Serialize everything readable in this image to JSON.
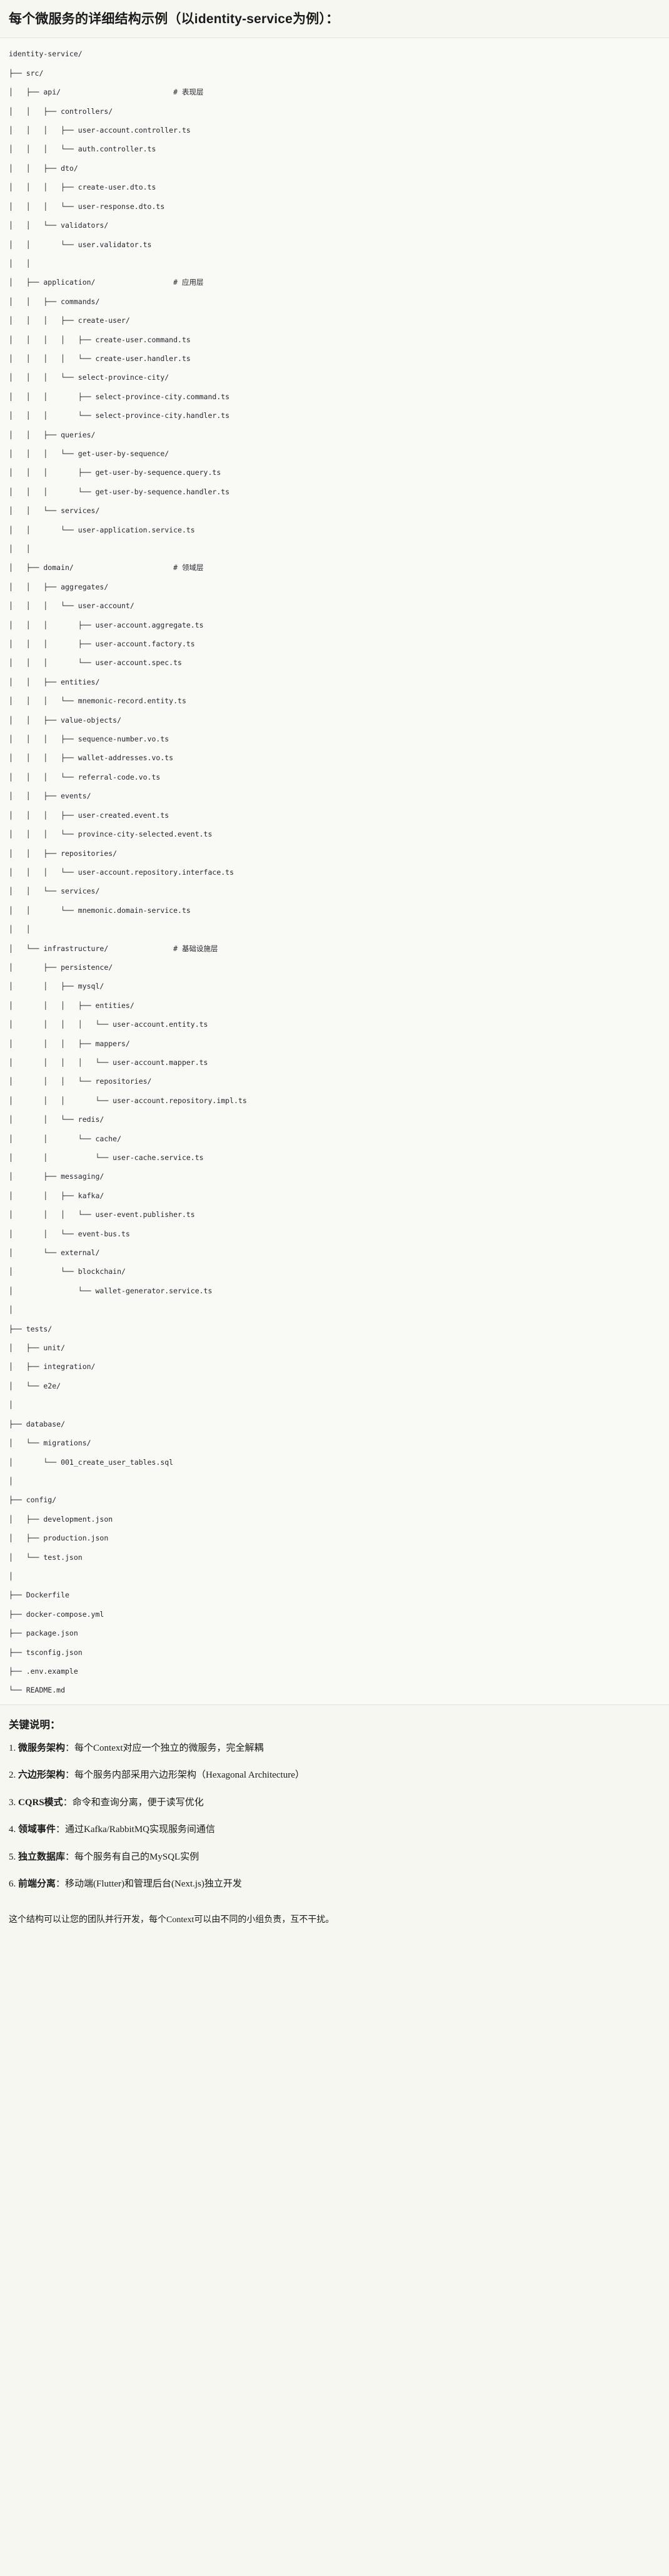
{
  "heading": "每个微服务的详细结构示例（以identity-service为例）：",
  "tree": {
    "root_label": "identity-service/",
    "lines": [
      "identity-service/",
      "├── src/",
      "│   ├── api/                          # 表现层",
      "│   │   ├── controllers/",
      "│   │   │   ├── user-account.controller.ts",
      "│   │   │   └── auth.controller.ts",
      "│   │   ├── dto/",
      "│   │   │   ├── create-user.dto.ts",
      "│   │   │   └── user-response.dto.ts",
      "│   │   └── validators/",
      "│   │       └── user.validator.ts",
      "│   │",
      "│   ├── application/                  # 应用层",
      "│   │   ├── commands/",
      "│   │   │   ├── create-user/",
      "│   │   │   │   ├── create-user.command.ts",
      "│   │   │   │   └── create-user.handler.ts",
      "│   │   │   └── select-province-city/",
      "│   │   │       ├── select-province-city.command.ts",
      "│   │   │       └── select-province-city.handler.ts",
      "│   │   ├── queries/",
      "│   │   │   └── get-user-by-sequence/",
      "│   │   │       ├── get-user-by-sequence.query.ts",
      "│   │   │       └── get-user-by-sequence.handler.ts",
      "│   │   └── services/",
      "│   │       └── user-application.service.ts",
      "│   │",
      "│   ├── domain/                       # 领域层",
      "│   │   ├── aggregates/",
      "│   │   │   └── user-account/",
      "│   │   │       ├── user-account.aggregate.ts",
      "│   │   │       ├── user-account.factory.ts",
      "│   │   │       └── user-account.spec.ts",
      "│   │   ├── entities/",
      "│   │   │   └── mnemonic-record.entity.ts",
      "│   │   ├── value-objects/",
      "│   │   │   ├── sequence-number.vo.ts",
      "│   │   │   ├── wallet-addresses.vo.ts",
      "│   │   │   └── referral-code.vo.ts",
      "│   │   ├── events/",
      "│   │   │   ├── user-created.event.ts",
      "│   │   │   └── province-city-selected.event.ts",
      "│   │   ├── repositories/",
      "│   │   │   └── user-account.repository.interface.ts",
      "│   │   └── services/",
      "│   │       └── mnemonic.domain-service.ts",
      "│   │",
      "│   └── infrastructure/               # 基础设施层",
      "│       ├── persistence/",
      "│       │   ├── mysql/",
      "│       │   │   ├── entities/",
      "│       │   │   │   └── user-account.entity.ts",
      "│       │   │   ├── mappers/",
      "│       │   │   │   └── user-account.mapper.ts",
      "│       │   │   └── repositories/",
      "│       │   │       └── user-account.repository.impl.ts",
      "│       │   └── redis/",
      "│       │       └── cache/",
      "│       │           └── user-cache.service.ts",
      "│       ├── messaging/",
      "│       │   ├── kafka/",
      "│       │   │   └── user-event.publisher.ts",
      "│       │   └── event-bus.ts",
      "│       └── external/",
      "│           └── blockchain/",
      "│               └── wallet-generator.service.ts",
      "│",
      "├── tests/",
      "│   ├── unit/",
      "│   ├── integration/",
      "│   └── e2e/",
      "│",
      "├── database/",
      "│   └── migrations/",
      "│       └── 001_create_user_tables.sql",
      "│",
      "├── config/",
      "│   ├── development.json",
      "│   ├── production.json",
      "│   └── test.json",
      "│",
      "├── Dockerfile",
      "├── docker-compose.yml",
      "├── package.json",
      "├── tsconfig.json",
      "├── .env.example",
      "└── README.md"
    ],
    "layer_comments": [
      {
        "path": "api/",
        "comment": "# 表现层"
      },
      {
        "path": "application/",
        "comment": "# 应用层"
      },
      {
        "path": "domain/",
        "comment": "# 领域层"
      },
      {
        "path": "infrastructure/",
        "comment": "# 基础设施层"
      }
    ]
  },
  "notes": {
    "title": "关键说明：",
    "items": [
      {
        "num": "1. ",
        "term": "微服务架构",
        "desc": "：每个Context对应一个独立的微服务，完全解耦"
      },
      {
        "num": "2. ",
        "term": "六边形架构",
        "desc": "：每个服务内部采用六边形架构（Hexagonal Architecture）"
      },
      {
        "num": "3. ",
        "term": "CQRS模式",
        "desc": "：命令和查询分离，便于读写优化"
      },
      {
        "num": "4. ",
        "term": "领域事件",
        "desc": "：通过Kafka/RabbitMQ实现服务间通信"
      },
      {
        "num": "5. ",
        "term": "独立数据库",
        "desc": "：每个服务有自己的MySQL实例"
      },
      {
        "num": "6. ",
        "term": "前端分离",
        "desc": "：移动端(Flutter)和管理后台(Next.js)独立开发"
      }
    ],
    "closing": "这个结构可以让您的团队并行开发，每个Context可以由不同的小组负责，互不干扰。"
  }
}
